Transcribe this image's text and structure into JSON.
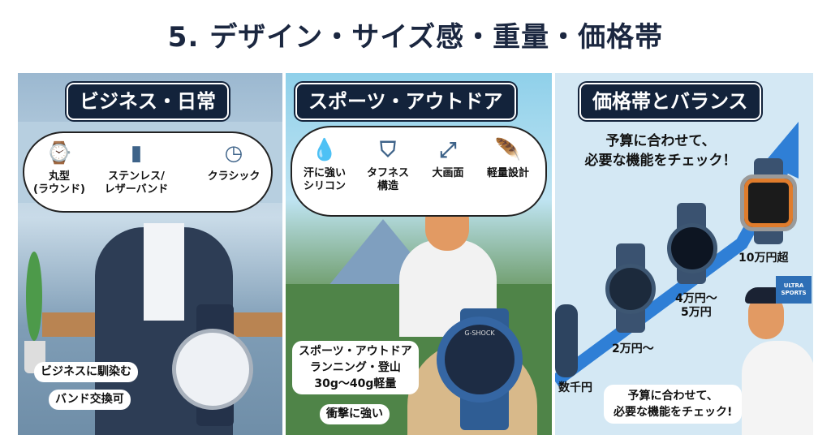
{
  "title": "5. デザイン・サイズ感・重量・価格帯",
  "panels": [
    {
      "header": "ビジネス・日常",
      "thought_items": [
        {
          "icon": "round-watch-icon",
          "label": "丸型\n(ラウンド)"
        },
        {
          "icon": "strap-icon",
          "label": "ステンレス/\nレザーバンド"
        },
        {
          "icon": "classic-watch-icon",
          "label": "クラシック"
        }
      ],
      "callouts": [
        "ビジネスに馴染む",
        "バンド交換可"
      ]
    },
    {
      "header": "スポーツ・アウトドア",
      "thought_items": [
        {
          "icon": "silicone-band-icon",
          "label": "汗に強い\nシリコン"
        },
        {
          "icon": "shield-icon",
          "label": "タフネス\n構造"
        },
        {
          "icon": "expand-icon",
          "label": "大画面"
        },
        {
          "icon": "feather-icon",
          "label": "軽量設計"
        }
      ],
      "callouts": [
        "スポーツ・アウトドア\nランニング・登山\n30g〜40g軽量",
        "衝撃に強い"
      ],
      "watch_brand": "G-SHOCK"
    },
    {
      "header": "価格帯とバランス",
      "headline": "予算に合わせて、\n必要な機能をチェック！",
      "price_tiers": [
        "数千円",
        "2万円〜",
        "4万円〜\n5万円",
        "10万円超"
      ],
      "speech": "予算に合わせて、\n必要な機能をチェック!",
      "flag_text": "ULTRA SPORTS",
      "arrow_color": "#2f7fd6"
    }
  ]
}
